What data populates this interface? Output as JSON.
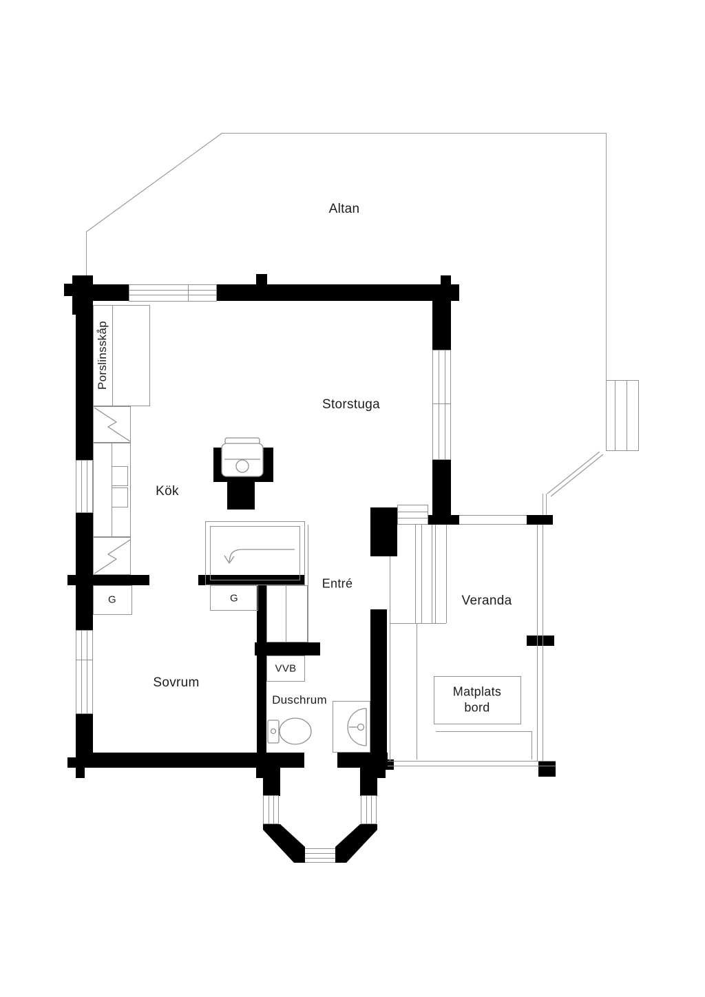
{
  "plan": {
    "type": "floor-plan",
    "colors": {
      "wall": "#000000",
      "line": "#8f8f8f",
      "background": "#ffffff",
      "text": "#1c1c1c"
    },
    "labels": {
      "altan": "Altan",
      "storstuga": "Storstuga",
      "kok": "Kök",
      "porslinsskap": "Porslinsskåp",
      "entre": "Entré",
      "veranda": "Veranda",
      "sovrum": "Sovrum",
      "vvb": "VVB",
      "duschrum": "Duschrum",
      "matplats": "Matplats bord",
      "closet_left": "G",
      "closet_right": "G"
    }
  }
}
